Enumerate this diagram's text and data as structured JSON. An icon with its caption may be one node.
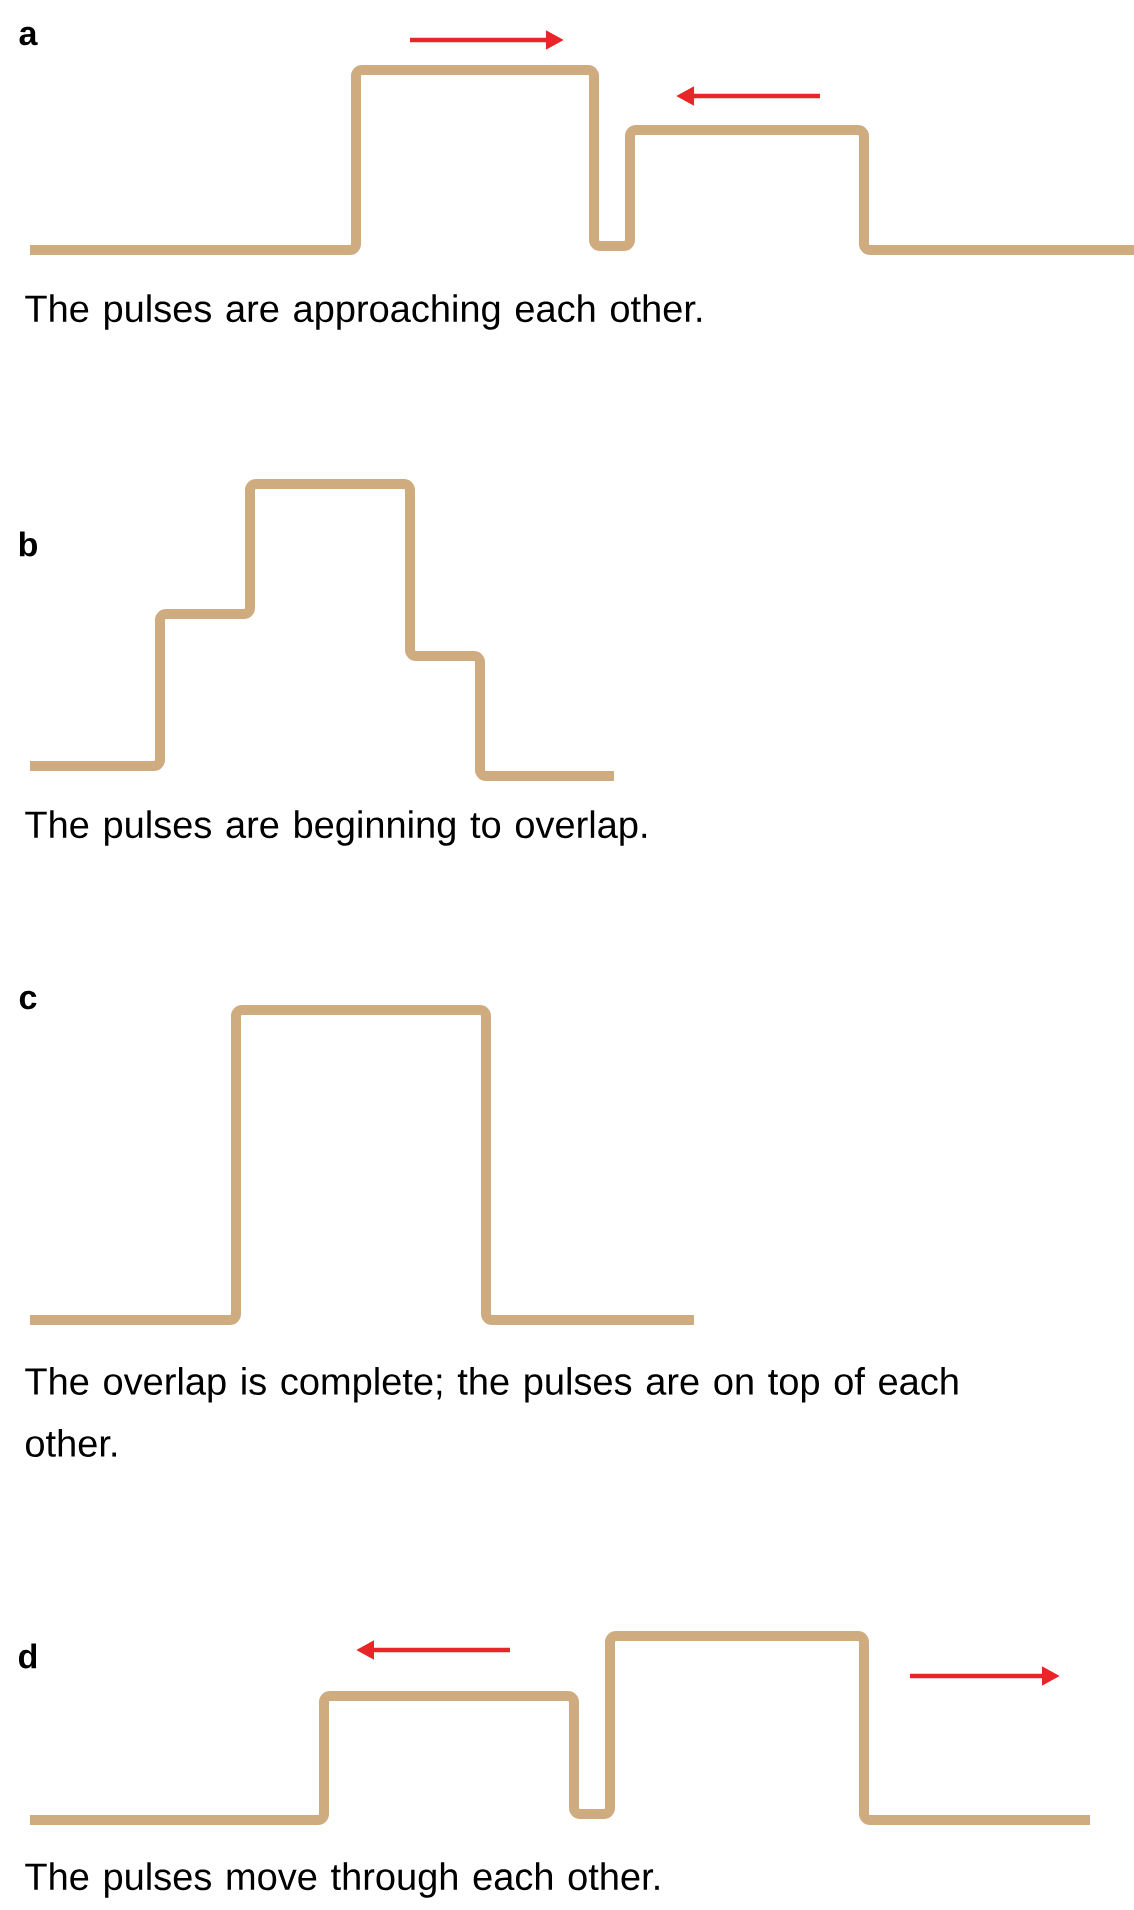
{
  "diagram": {
    "labels": [
      "a",
      "The pulses are approaching each other.",
      "b",
      "The pulses are beginning to overlap.",
      "c",
      "The overlap is complete; the pulses are on top of each other.",
      "d",
      "The pulses move through each other."
    ]
  }
}
